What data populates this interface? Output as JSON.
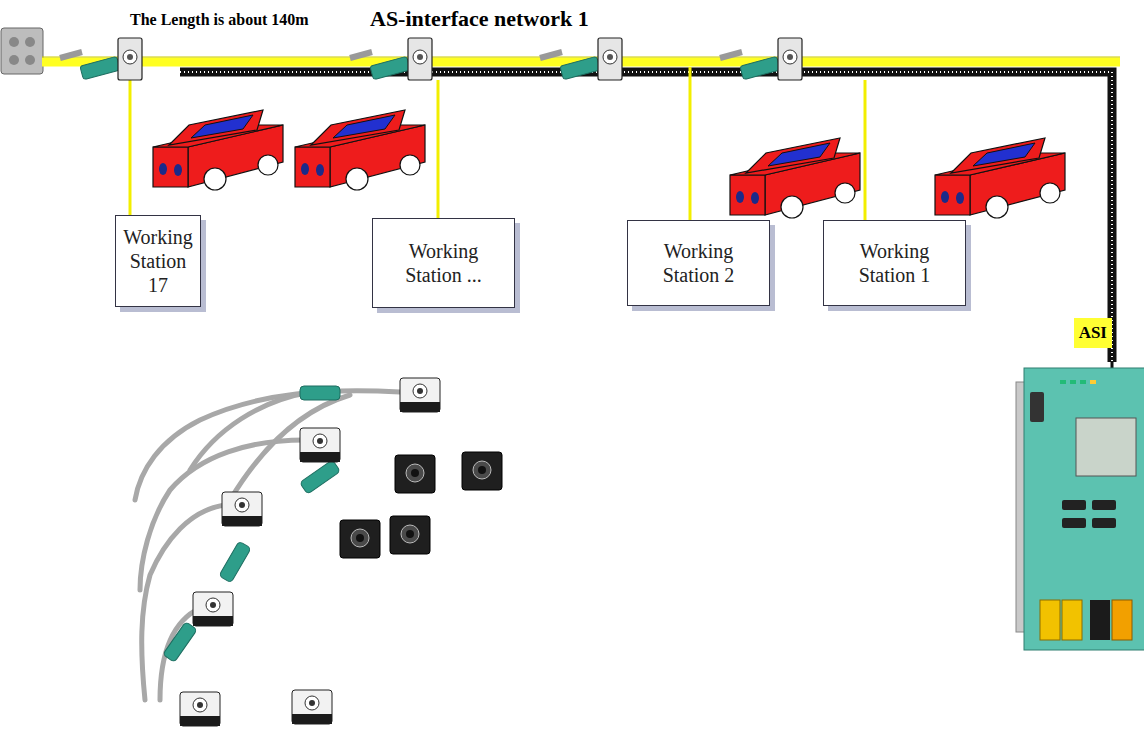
{
  "diagram": {
    "title": "AS-interface network 1",
    "nodes": [
      {
        "text": [
          "Working Station 17"
        ]
      },
      {
        "text": [
          "Working Station ..."
        ]
      },
      {
        "text": [
          "Working Station 2"
        ]
      },
      {
        "text": [
          "Working Station 1"
        ]
      },
      {
        "text": [
          "ASI"
        ]
      }
    ],
    "labels": [
      "The Length is about 140m"
    ]
  }
}
